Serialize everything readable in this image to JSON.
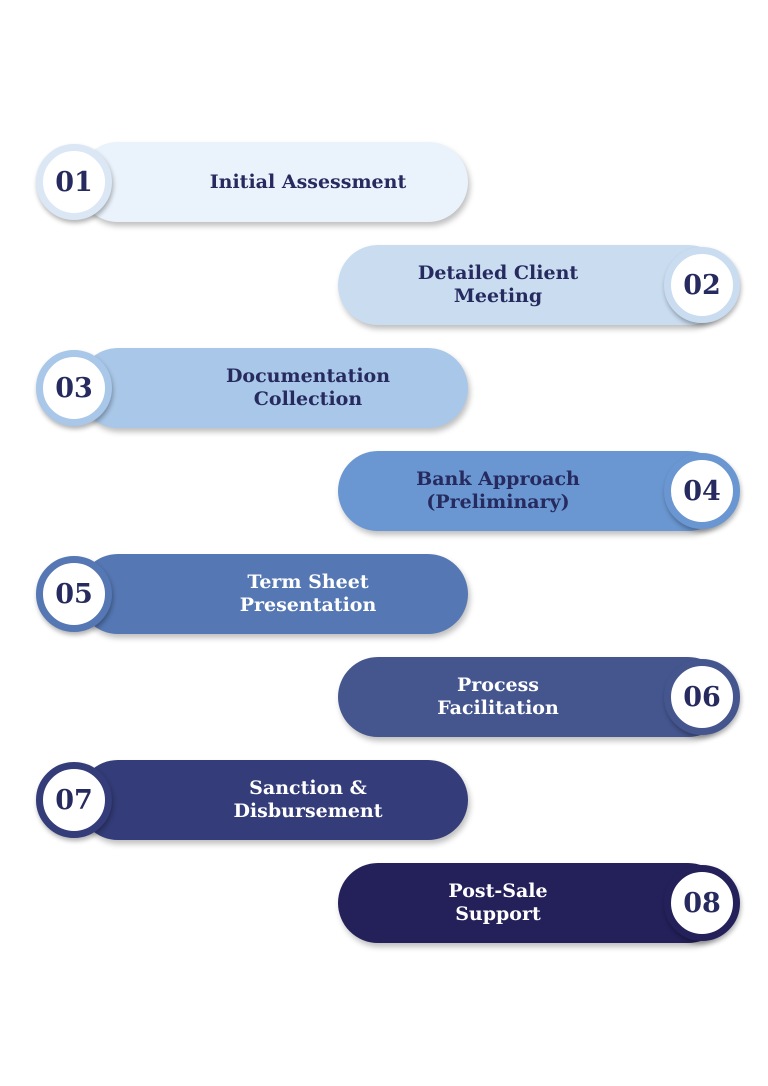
{
  "steps": [
    {
      "number": "01",
      "label": "Initial Assessment",
      "fill": "#eaf2fb",
      "ring": "#dbe7f4",
      "text_color": "#262a5e"
    },
    {
      "number": "02",
      "label": "Detailed Client\nMeeting",
      "fill": "#c9dcf0",
      "ring": "#c9dcf0",
      "text_color": "#262a5e"
    },
    {
      "number": "03",
      "label": "Documentation\nCollection",
      "fill": "#a9c7e8",
      "ring": "#a9c7e8",
      "text_color": "#262a5e"
    },
    {
      "number": "04",
      "label": "Bank Approach\n(Preliminary)",
      "fill": "#6a97d1",
      "ring": "#6a97d1",
      "text_color": "#262a5e"
    },
    {
      "number": "05",
      "label": "Term Sheet\nPresentation",
      "fill": "#5577b3",
      "ring": "#5577b3",
      "text_color": "#ffffff"
    },
    {
      "number": "06",
      "label": "Process\nFacilitation",
      "fill": "#45568f",
      "ring": "#45568f",
      "text_color": "#ffffff"
    },
    {
      "number": "07",
      "label": "Sanction &\nDisbursement",
      "fill": "#343c79",
      "ring": "#343c79",
      "text_color": "#ffffff"
    },
    {
      "number": "08",
      "label": "Post-Sale\nSupport",
      "fill": "#24205a",
      "ring": "#24205a",
      "text_color": "#ffffff"
    }
  ]
}
